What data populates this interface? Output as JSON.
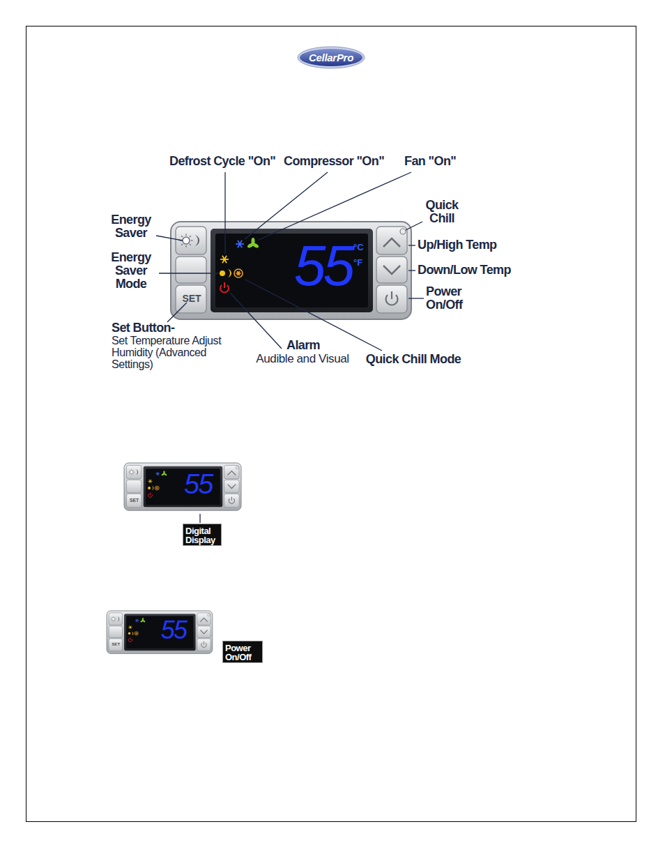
{
  "diagram": {
    "nodes": [
      {
        "text": [
          "CellarPro"
        ]
      },
      {
        "text": [
          "Digital Display"
        ]
      },
      {
        "text": [
          "Power On/Off"
        ]
      }
    ],
    "labels": [
      "Defrost Cycle \"On\"",
      "Compressor \"On\"",
      "Fan \"On\"",
      "Energy Saver",
      "Quick Chill",
      "Up/High Temp",
      "Energy Saver Mode",
      "Down/Low Temp",
      "Power On/Off",
      "SET",
      "55",
      "°C",
      "°F",
      "Set Button-",
      "Set Temperature Adjust Humidity (Advanced Settings)",
      "Alarm",
      "Audible and Visual",
      "Quick Chill Mode",
      "55",
      "SET",
      "55",
      "SET"
    ]
  }
}
